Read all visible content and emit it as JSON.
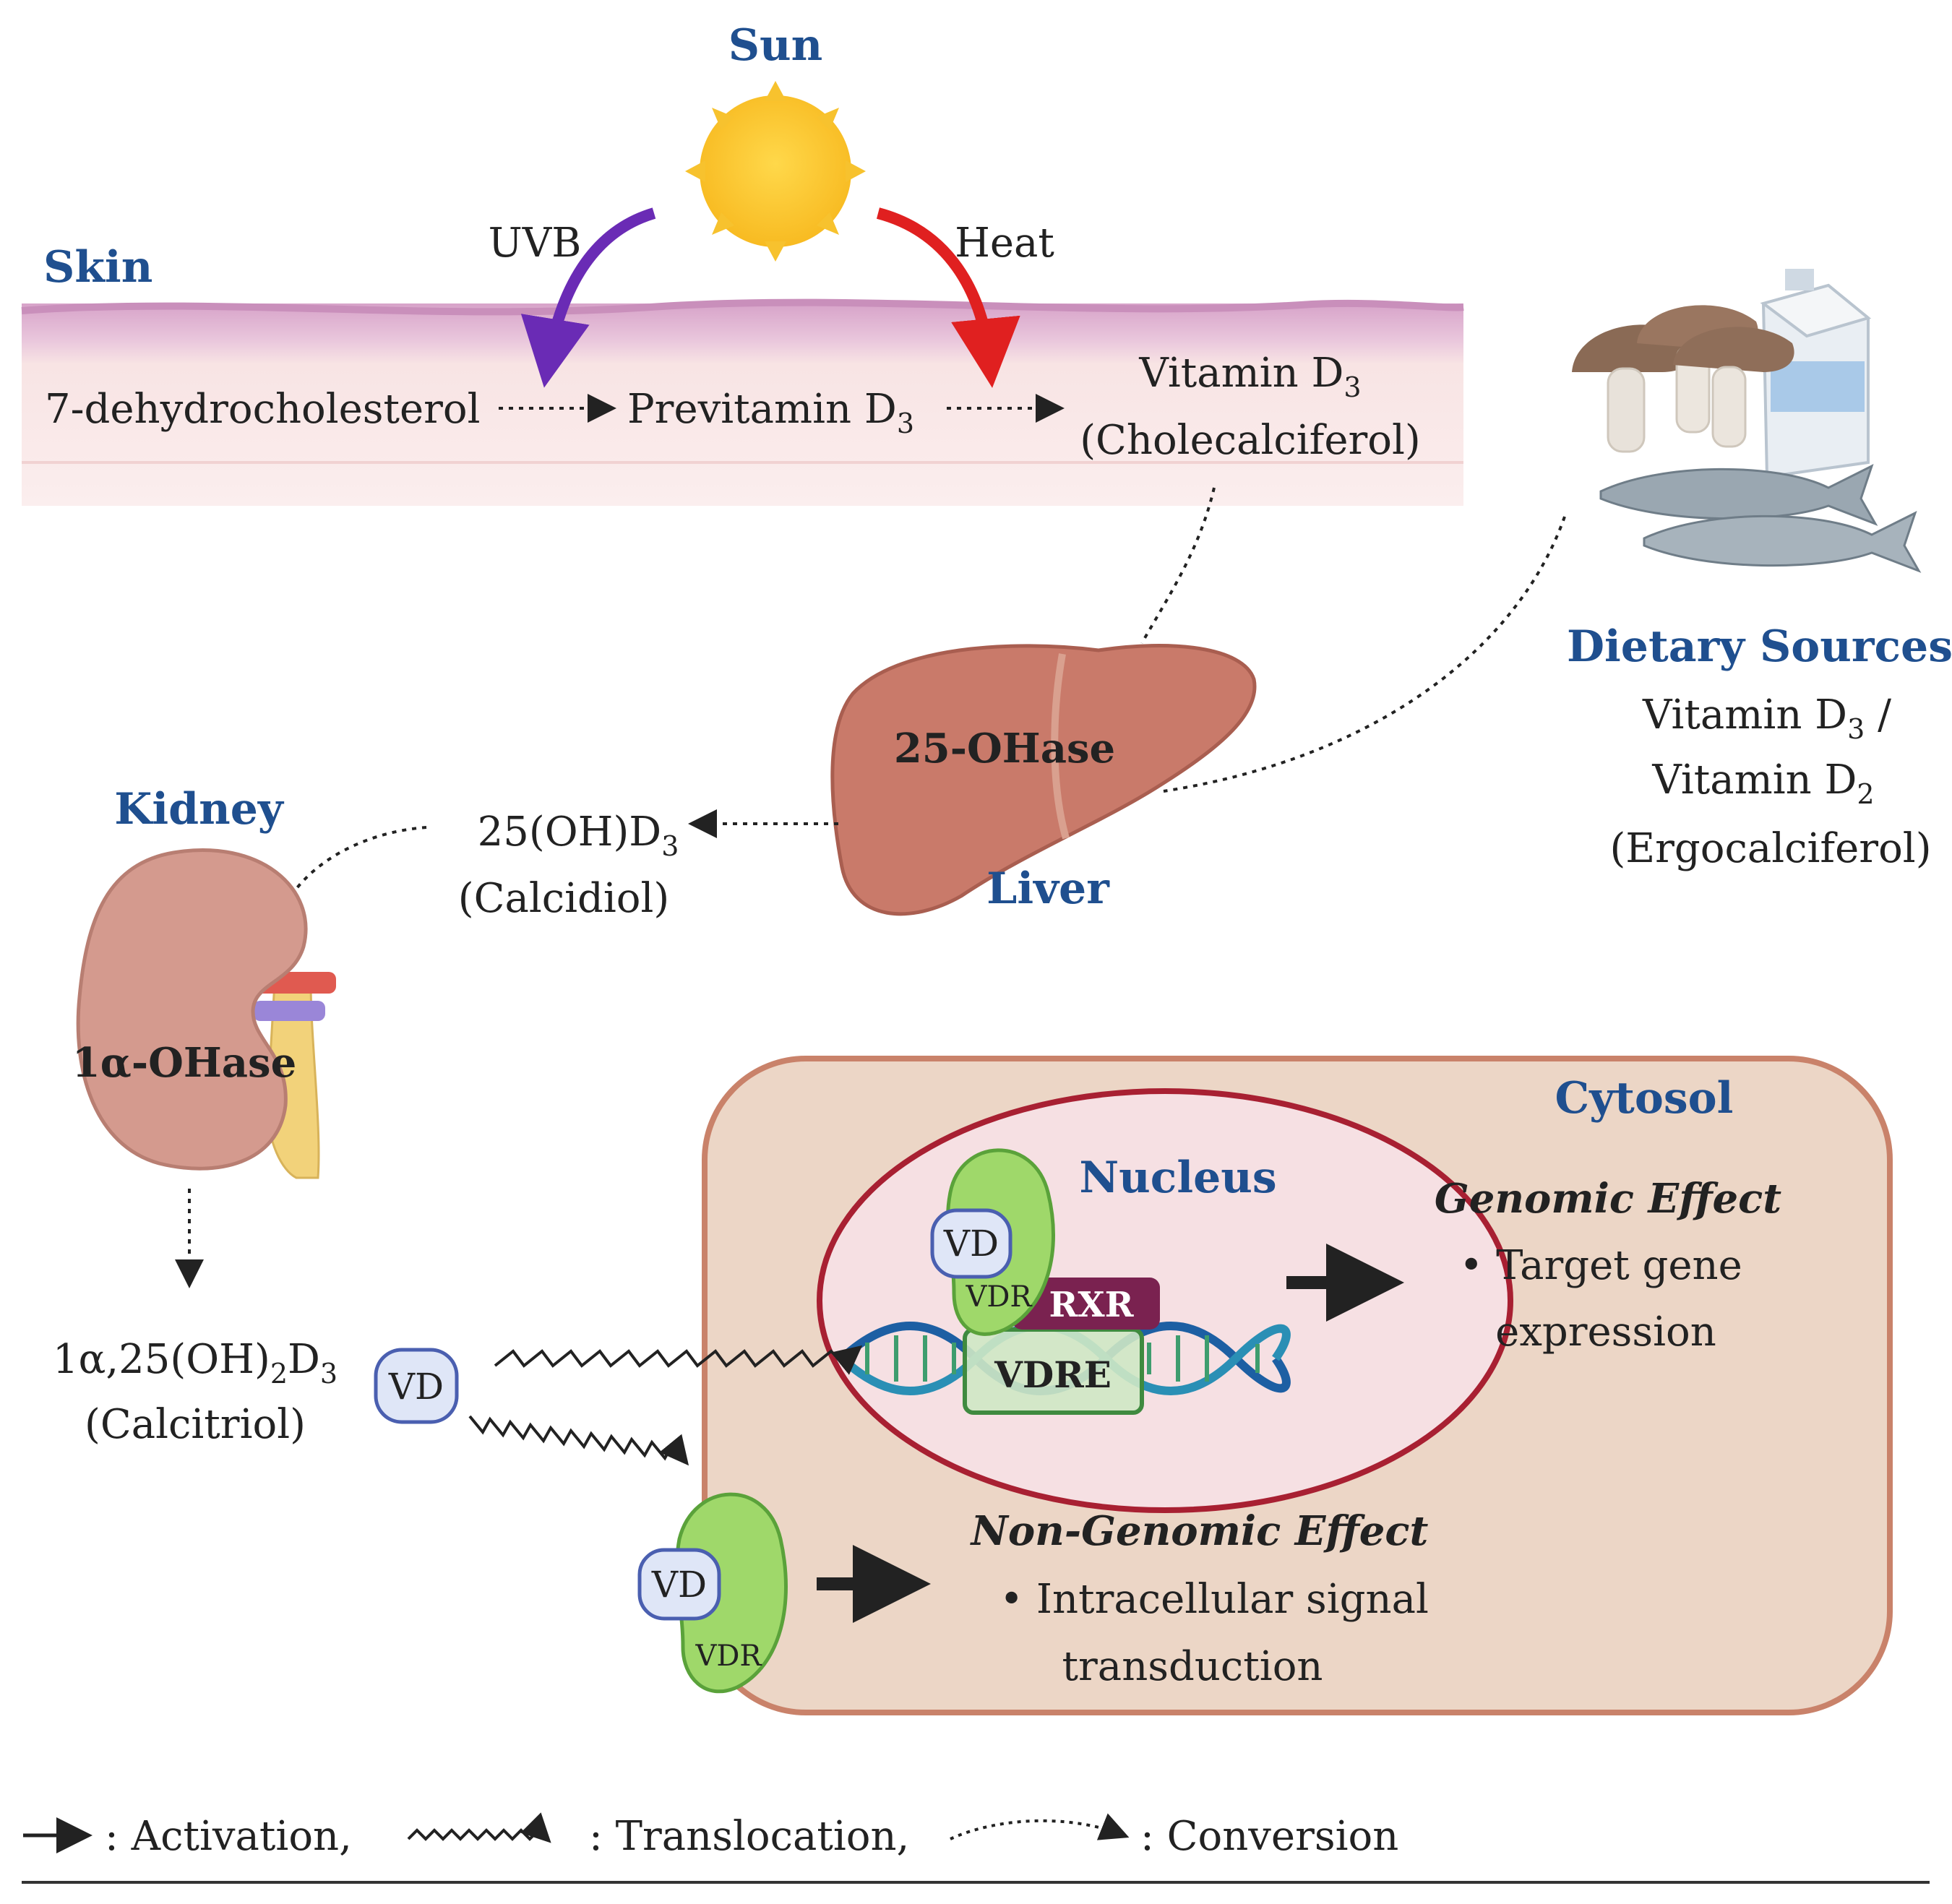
{
  "labels": {
    "sun": "Sun",
    "uvb": "UVB",
    "heat": "Heat",
    "skin": "Skin",
    "dehydro": "7-dehydrocholesterol",
    "previtamin": "Previtamin D",
    "previtamin_sub": "3",
    "vitd3": "Vitamin D",
    "vitd3_sub": "3",
    "cholecalciferol": "(Cholecalciferol)",
    "dietary_title": "Dietary Sources",
    "dietary_line1": "Vitamin D",
    "dietary_line1_sub": "3",
    "dietary_line1_tail": " /",
    "dietary_line2": "Vitamin D",
    "dietary_line2_sub": "2",
    "ergocalciferol": "(Ergocalciferol)",
    "liver_enzyme": "25-OHase",
    "liver": "Liver",
    "kidney": "Kidney",
    "calcidiol_formula": "25(OH)D",
    "calcidiol_sub": "3",
    "calcidiol": "(Calcidiol)",
    "kidney_enzyme": "1α-OHase",
    "calcitriol_formula_a": "1α,25(OH)",
    "calcitriol_formula_sub2": "2",
    "calcitriol_formula_b": "D",
    "calcitriol_formula_sub3": "3",
    "calcitriol": "(Calcitriol)",
    "vd": "VD",
    "vdr": "VDR",
    "rxr": "RXR",
    "vdre": "VDRE",
    "cytosol": "Cytosol",
    "nucleus": "Nucleus",
    "genomic_title": "Genomic Effect",
    "genomic_b1": "• Target gene",
    "genomic_b2": "expression",
    "nongenomic_title": "Non-Genomic Effect",
    "nongenomic_b1": "• Intracellular signal",
    "nongenomic_b2": "transduction"
  },
  "legend": {
    "activation": ": Activation,",
    "translocation": ": Translocation,",
    "conversion": ": Conversion"
  },
  "colors": {
    "title_blue": "#1f4f8f",
    "skin_pink": "#f8e4e4",
    "skin_top": "#d7a3c9",
    "uvb_arrow": "#6a2bb5",
    "heat_arrow": "#e02020",
    "organ": "#c97a6a",
    "vdr_green": "#9fd86a",
    "rxr_purple": "#7a2250",
    "cytosol_fill": "#ecd6c6",
    "cytosol_border": "#c9826a",
    "nucleus_border": "#a82032"
  }
}
